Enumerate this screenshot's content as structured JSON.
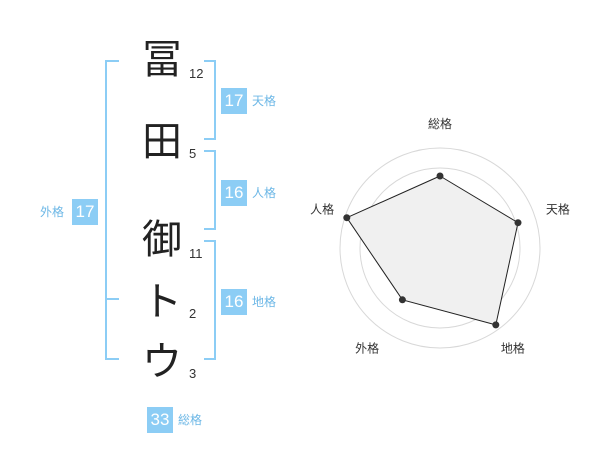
{
  "name_chars": [
    {
      "char": "冨",
      "strokes": "12"
    },
    {
      "char": "田",
      "strokes": "5"
    },
    {
      "char": "御",
      "strokes": "11"
    },
    {
      "char": "ト",
      "strokes": "2"
    },
    {
      "char": "ウ",
      "strokes": "3"
    }
  ],
  "fortunes": {
    "tenkaku": {
      "value": "17",
      "label": "天格"
    },
    "jinkaku": {
      "value": "16",
      "label": "人格"
    },
    "chikaku": {
      "value": "16",
      "label": "地格"
    },
    "gaikaku": {
      "value": "17",
      "label": "外格"
    },
    "soukaku": {
      "value": "33",
      "label": "総格"
    }
  },
  "colors": {
    "accent": "#8ccdf5",
    "label": "#6cb7e6"
  },
  "chart_data": {
    "type": "radar",
    "axes": [
      "総格",
      "天格",
      "地格",
      "外格",
      "人格"
    ],
    "values": [
      0.72,
      0.82,
      0.95,
      0.64,
      0.98
    ],
    "range": [
      0,
      1
    ],
    "rings": 5
  }
}
